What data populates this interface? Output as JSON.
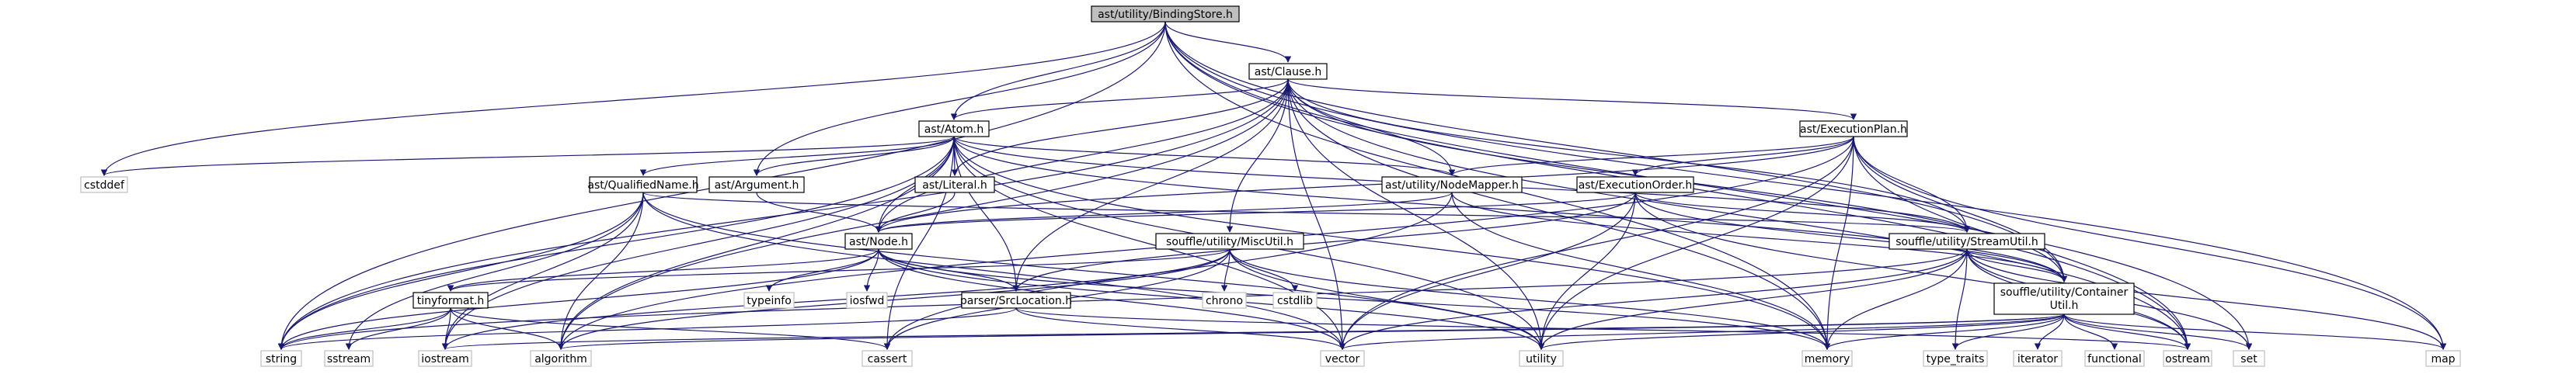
{
  "graph": {
    "title": "ast/utility/BindingStore.h",
    "colors": {
      "edge": "#191970",
      "root_fill": "#bfbfbf",
      "node_border": "#000000",
      "leaf_border": "#bfbfbf"
    },
    "nodes": {
      "bindingstore": "ast/utility/BindingStore.h",
      "clause": "ast/Clause.h",
      "atom": "ast/Atom.h",
      "executionplan": "ast/ExecutionPlan.h",
      "qualifiedname": "ast/QualifiedName.h",
      "argument": "ast/Argument.h",
      "literal": "ast/Literal.h",
      "nodemapper": "ast/utility/NodeMapper.h",
      "executionorder": "ast/ExecutionOrder.h",
      "node": "ast/Node.h",
      "miscutil": "souffle/utility/MiscUtil.h",
      "streamutil": "souffle/utility/StreamUtil.h",
      "tinyformat": "tinyformat.h",
      "srclocation": "parser/SrcLocation.h",
      "containerutil_l1": "souffle/utility/Container",
      "containerutil_l2": "Util.h",
      "cstddef": "cstddef",
      "string": "string",
      "sstream": "sstream",
      "iostream": "iostream",
      "algorithm": "algorithm",
      "cassert": "cassert",
      "vector": "vector",
      "utility": "utility",
      "memory": "memory",
      "type_traits": "type_traits",
      "iterator": "iterator",
      "functional": "functional",
      "ostream": "ostream",
      "set": "set",
      "map": "map",
      "typeinfo": "typeinfo",
      "iosfwd": "iosfwd",
      "chrono": "chrono",
      "cstdlib": "cstdlib"
    }
  }
}
